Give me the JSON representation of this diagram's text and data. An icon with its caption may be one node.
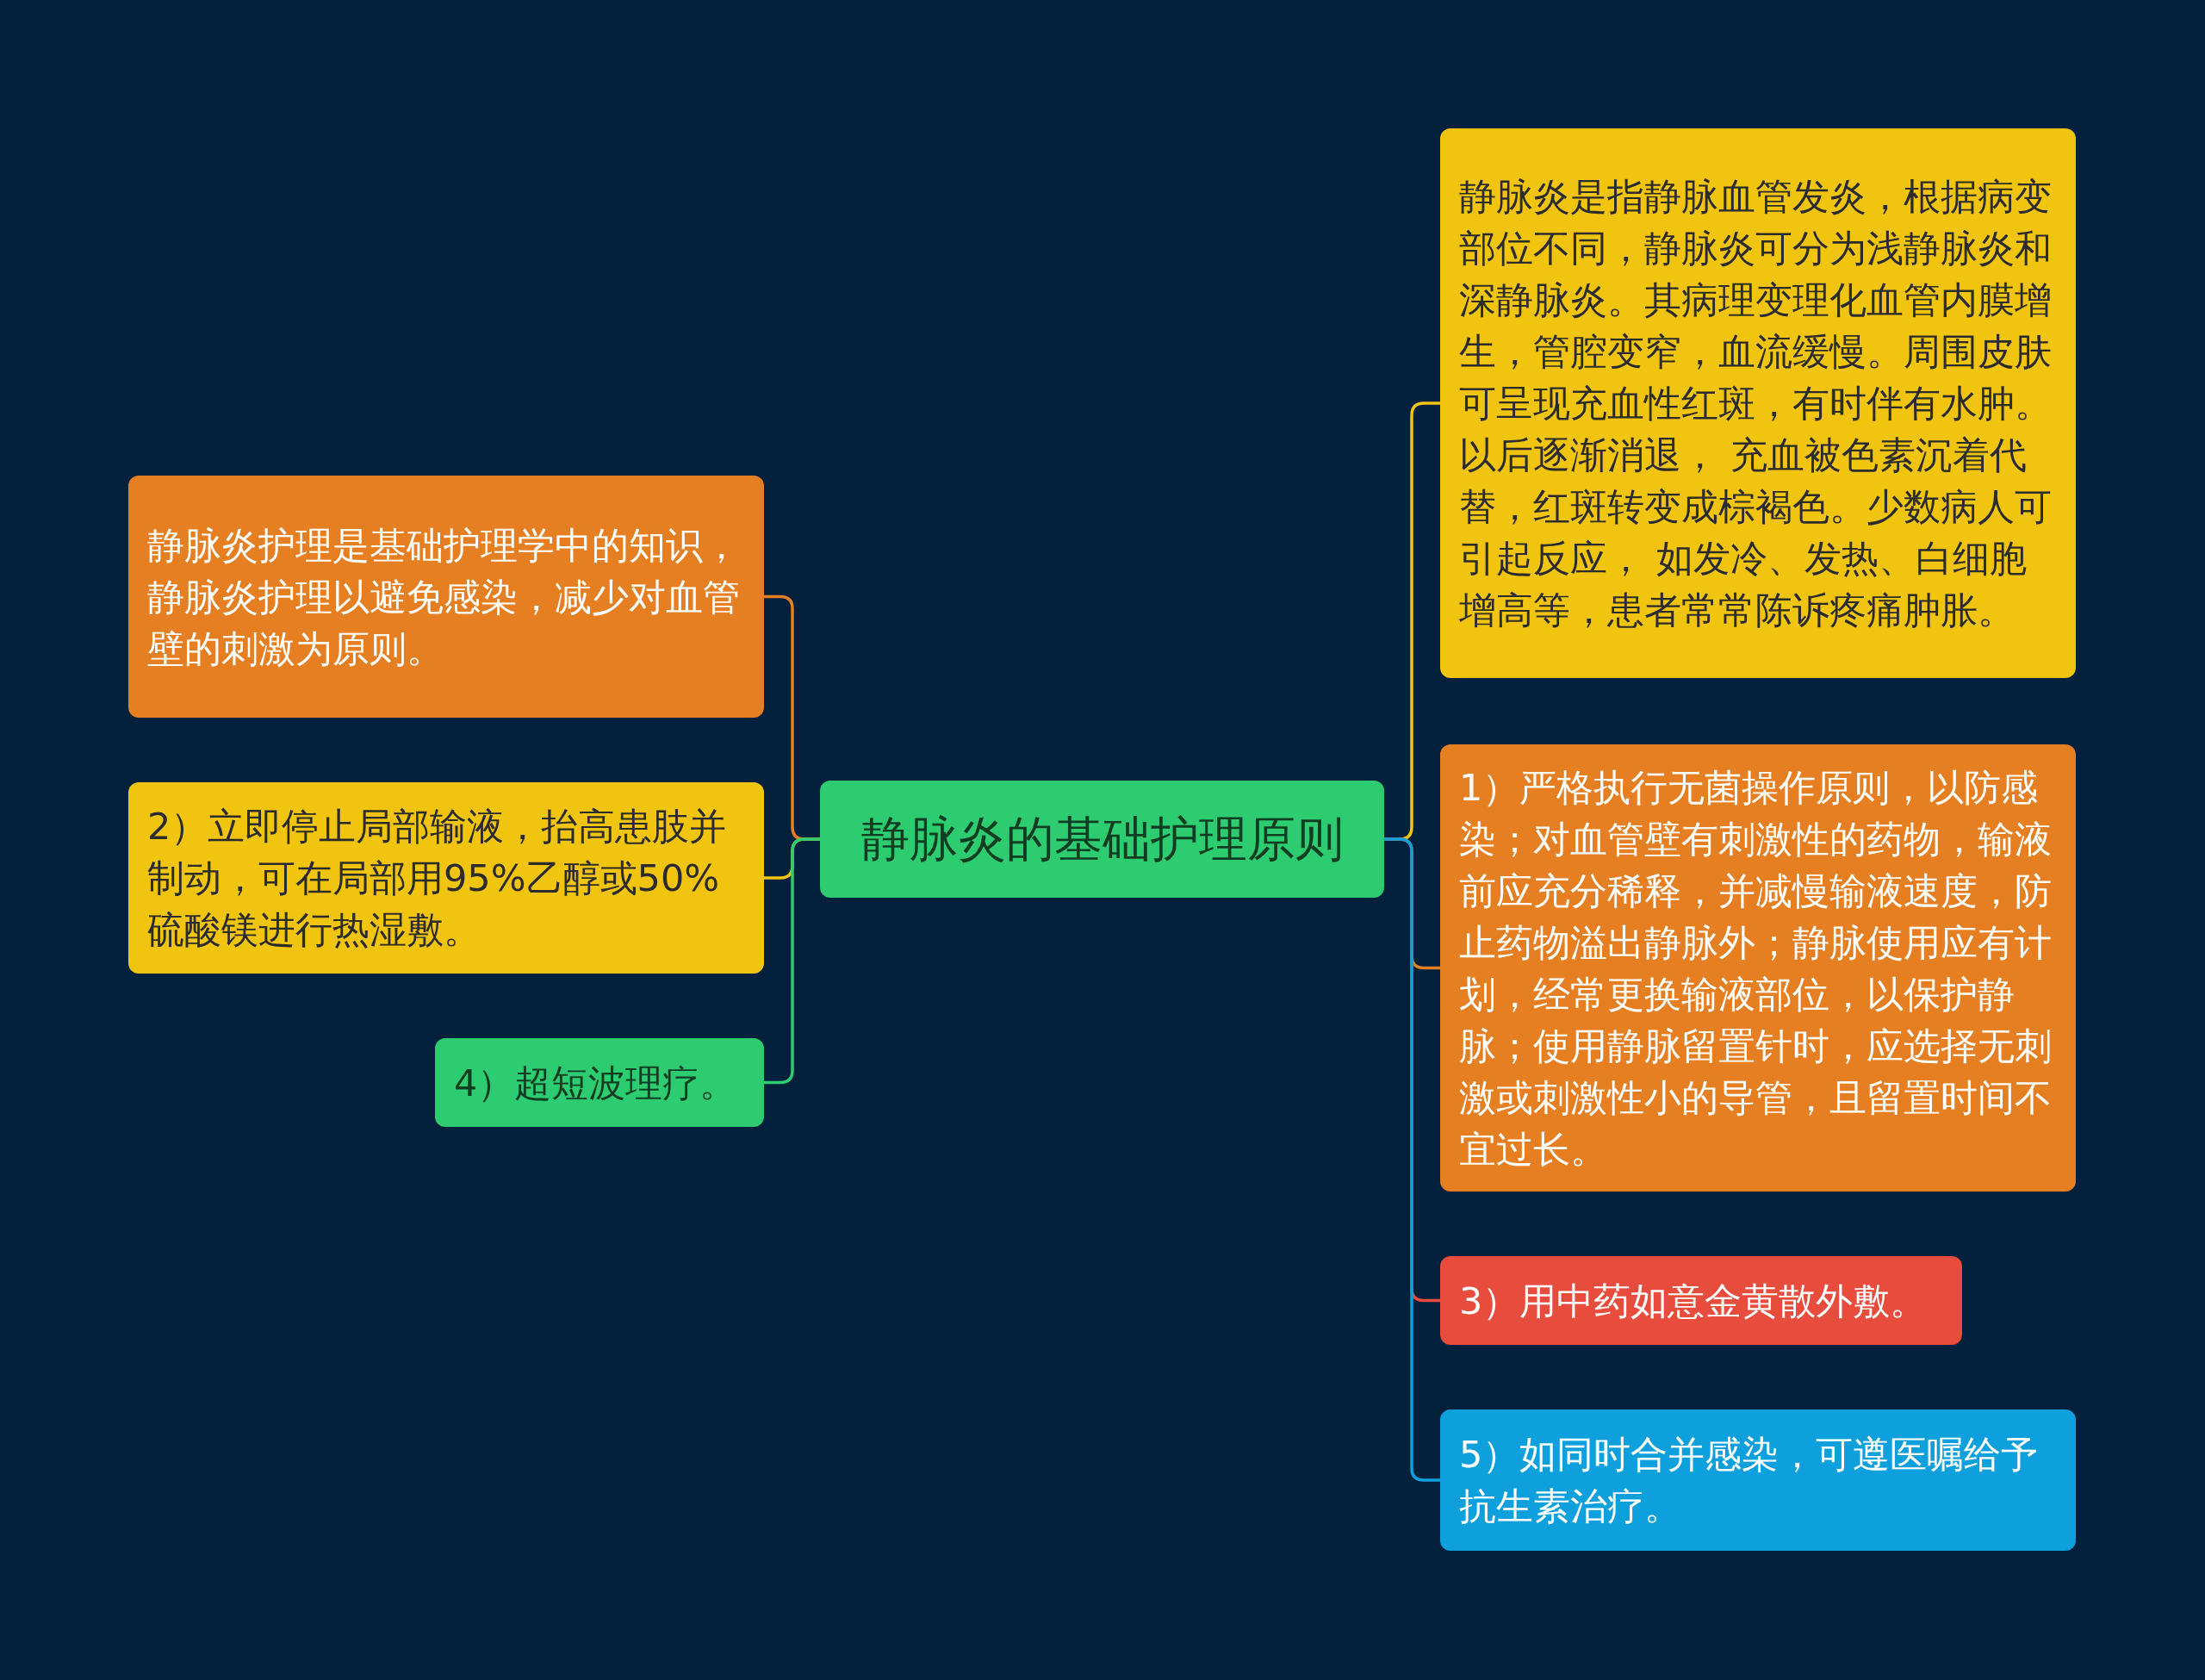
{
  "diagram": {
    "nodes": [
      {
        "text": [
          "静脉炎的基础护理原则"
        ]
      },
      {
        "text": [
          "静脉炎护理是基础护理学中的知识，静脉炎护理以避免感染，减少对血管壁的刺激为原则。"
        ]
      },
      {
        "text": [
          "2）立即停止局部输液，抬高患肢并制动，可在局部用95%乙醇或50%硫酸镁进行热湿敷。"
        ]
      },
      {
        "text": [
          "4）超短波理疗。"
        ]
      },
      {
        "text": [
          "静脉炎是指静脉血管发炎，根据病变部位不同，静脉炎可分为浅静脉炎和深静脉炎。其病理变理化血管内膜增生，管腔变窄，血流缓慢。周围皮肤可呈现充血性红斑，有时伴有水肿。以后逐渐消退， 充血被色素沉着代替，红斑转变成棕褐色。少数病人可引起反应， 如发冷、发热、白细胞增高等，患者常常陈诉疼痛肿胀。"
        ]
      },
      {
        "text": [
          "1）严格执行无菌操作原则，以防感染；对血管壁有刺激性的药物，输液前应充分稀释，并减慢输液速度，防止药物溢出静脉外；静脉使用应有计划，经常更换输液部位，以保护静脉；使用静脉留置针时，应选择无刺激或刺激性小的导管，且留置时间不宜过长。"
        ]
      },
      {
        "text": [
          "3）用中药如意金黄散外敷。"
        ]
      },
      {
        "text": [
          "5）如同时合并感染，可遵医嘱给予抗生素治疗。"
        ]
      }
    ],
    "edges": [
      {
        "from": 0,
        "to": 1,
        "arrow": "none",
        "color": "#e67e22"
      },
      {
        "from": 0,
        "to": 2,
        "arrow": "none",
        "color": "#f1c40f"
      },
      {
        "from": 0,
        "to": 3,
        "arrow": "none",
        "color": "#2ecc71"
      },
      {
        "from": 0,
        "to": 4,
        "arrow": "none",
        "color": "#f1c40f"
      },
      {
        "from": 0,
        "to": 5,
        "arrow": "none",
        "color": "#e67e22"
      },
      {
        "from": 0,
        "to": 6,
        "arrow": "none",
        "color": "#e74c3c"
      },
      {
        "from": 0,
        "to": 7,
        "arrow": "none",
        "color": "#0ea0dd"
      }
    ]
  }
}
